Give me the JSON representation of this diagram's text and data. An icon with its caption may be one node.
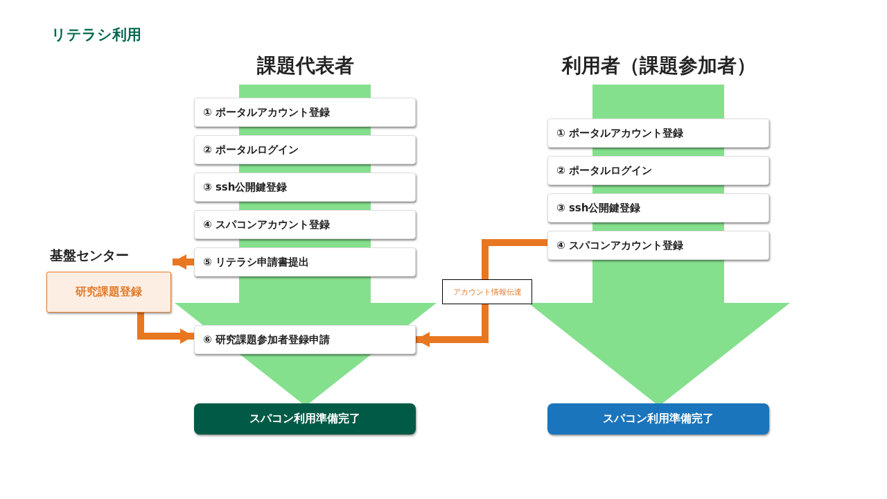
{
  "diagram": {
    "title": "リテラシ利用",
    "nodes": [
      {
        "text": [
          "課題代表者"
        ]
      },
      {
        "text": [
          "① ポータルアカウント登録"
        ],
        "in": 0
      },
      {
        "text": [
          "② ポータルログイン"
        ],
        "in": 0
      },
      {
        "text": [
          "③ ssh公開鍵登録"
        ],
        "in": 0
      },
      {
        "text": [
          "④ スパコンアカウント登録"
        ],
        "in": 0
      },
      {
        "text": [
          "⑤ リテラシ申請書提出"
        ],
        "in": 0
      },
      {
        "text": [
          "⑥ 研究課題参加者登録申請"
        ],
        "in": 0
      },
      {
        "text": [
          "スパコン利用準備完了"
        ]
      },
      {
        "text": [
          "基盤センター",
          "研究課題登録"
        ]
      },
      {
        "text": [
          "利用者（課題参加者）"
        ]
      },
      {
        "text": [
          "① ポータルアカウント登録"
        ],
        "in": 9
      },
      {
        "text": [
          "② ポータルログイン"
        ],
        "in": 9
      },
      {
        "text": [
          "③ ssh公開鍵登録"
        ],
        "in": 9
      },
      {
        "text": [
          "④ スパコンアカウント登録"
        ],
        "in": 9
      },
      {
        "text": [
          "スパコン利用準備完了"
        ]
      }
    ],
    "edges": [
      {
        "from": 5,
        "to": 8,
        "arrow": "to"
      },
      {
        "from": 8,
        "to": 6,
        "arrow": "to"
      },
      {
        "from": 13,
        "to": 6,
        "arrow": "to",
        "label": "アカウント情報伝達"
      }
    ]
  }
}
